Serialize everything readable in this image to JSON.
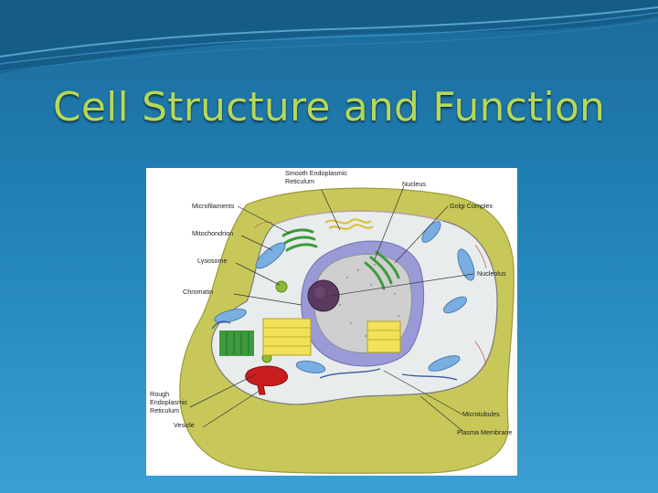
{
  "slide": {
    "title": "Cell Structure and Function"
  },
  "diagram": {
    "labels": {
      "smooth_er_line1": "Smooth Endoplasmic",
      "smooth_er_line2": "Reticulum",
      "nucleus": "Nucleus",
      "microfilaments": "Microfilaments",
      "golgi": "Golgi Complex",
      "mitochondrion": "Mitochondrion",
      "lysosome": "Lysosome",
      "nucleolus": "Nucleolus",
      "chromatin": "Chromatin",
      "rough_er_line1": "Rough",
      "rough_er_line2": "Endoplasmic",
      "rough_er_line3": "Reticulum",
      "microtubules": "Microtubules",
      "vesicle": "Vesicle",
      "plasma_membrane": "Plasma Membrane"
    },
    "colors": {
      "cell_wall": "#c8c85a",
      "cytoplasm": "#e9ecec",
      "nuclear_envelope": "#9a9ad6",
      "nucleolus": "#5a3a5e",
      "golgi": "#3d9a3d",
      "mitochondria": "#7aaee0",
      "er_smooth": "#f2e15a",
      "vesicle": "#c81e1e"
    }
  }
}
